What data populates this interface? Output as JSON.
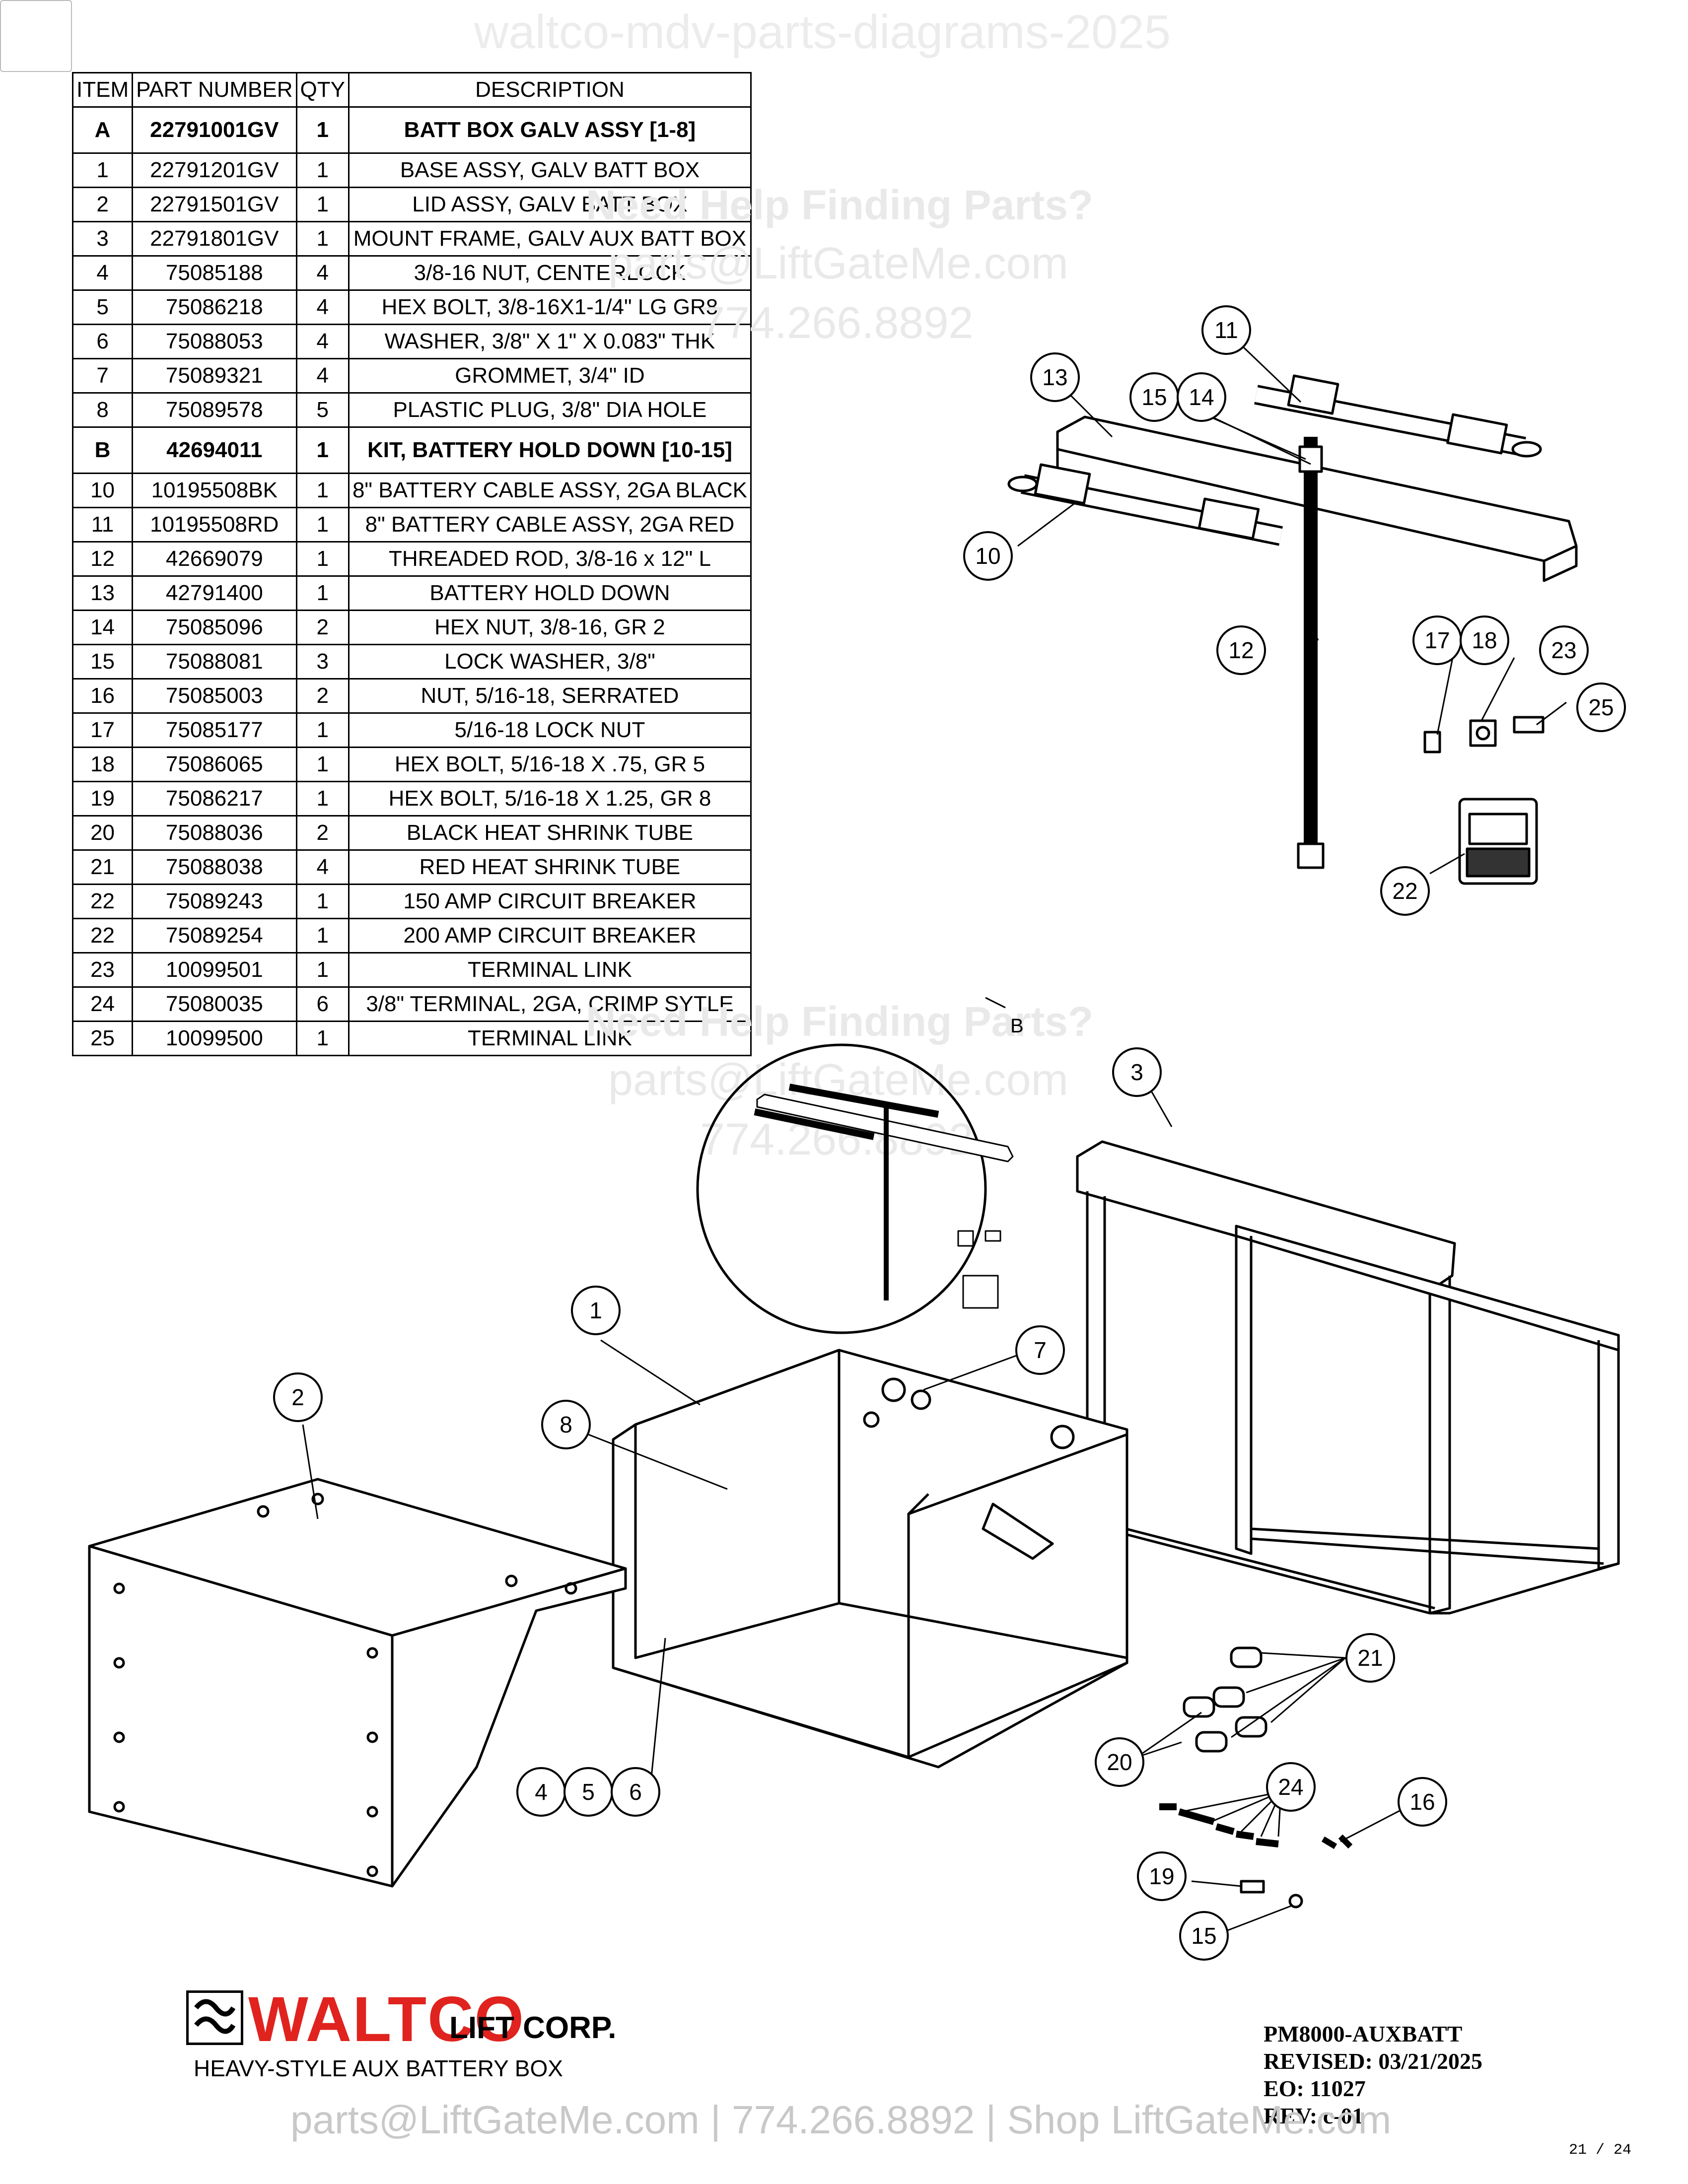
{
  "header": {
    "watermark_title": "waltco-mdv-parts-diagrams-2025"
  },
  "bom": {
    "columns": [
      "ITEM",
      "PART NUMBER",
      "QTY",
      "DESCRIPTION"
    ],
    "rows": [
      {
        "item": "A",
        "part": "22791001GV",
        "qty": "1",
        "desc": "BATT BOX GALV ASSY [1-8]",
        "bold": true
      },
      {
        "item": "1",
        "part": "22791201GV",
        "qty": "1",
        "desc": "BASE ASSY, GALV BATT BOX"
      },
      {
        "item": "2",
        "part": "22791501GV",
        "qty": "1",
        "desc": "LID ASSY, GALV BATT BOX"
      },
      {
        "item": "3",
        "part": "22791801GV",
        "qty": "1",
        "desc": "MOUNT FRAME, GALV AUX BATT BOX"
      },
      {
        "item": "4",
        "part": "75085188",
        "qty": "4",
        "desc": "3/8-16 NUT, CENTERLOCK"
      },
      {
        "item": "5",
        "part": "75086218",
        "qty": "4",
        "desc": "HEX BOLT, 3/8-16X1-1/4\" LG GR8"
      },
      {
        "item": "6",
        "part": "75088053",
        "qty": "4",
        "desc": "WASHER, 3/8\" X 1\" X 0.083\" THK"
      },
      {
        "item": "7",
        "part": "75089321",
        "qty": "4",
        "desc": "GROMMET, 3/4\" ID"
      },
      {
        "item": "8",
        "part": "75089578",
        "qty": "5",
        "desc": "PLASTIC PLUG, 3/8\" DIA HOLE"
      },
      {
        "item": "B",
        "part": "42694011",
        "qty": "1",
        "desc": "KIT, BATTERY HOLD DOWN [10-15]",
        "bold": true
      },
      {
        "item": "10",
        "part": "10195508BK",
        "qty": "1",
        "desc": "8\" BATTERY CABLE ASSY, 2GA BLACK"
      },
      {
        "item": "11",
        "part": "10195508RD",
        "qty": "1",
        "desc": "8\" BATTERY CABLE ASSY, 2GA RED"
      },
      {
        "item": "12",
        "part": "42669079",
        "qty": "1",
        "desc": "THREADED ROD, 3/8-16 x 12\" L"
      },
      {
        "item": "13",
        "part": "42791400",
        "qty": "1",
        "desc": "BATTERY HOLD DOWN"
      },
      {
        "item": "14",
        "part": "75085096",
        "qty": "2",
        "desc": "HEX NUT, 3/8-16, GR 2"
      },
      {
        "item": "15",
        "part": "75088081",
        "qty": "3",
        "desc": "LOCK WASHER, 3/8\""
      },
      {
        "item": "16",
        "part": "75085003",
        "qty": "2",
        "desc": "NUT, 5/16-18, SERRATED"
      },
      {
        "item": "17",
        "part": "75085177",
        "qty": "1",
        "desc": "5/16-18 LOCK NUT"
      },
      {
        "item": "18",
        "part": "75086065",
        "qty": "1",
        "desc": "HEX BOLT, 5/16-18 X .75, GR 5"
      },
      {
        "item": "19",
        "part": "75086217",
        "qty": "1",
        "desc": "HEX BOLT, 5/16-18 X 1.25, GR 8"
      },
      {
        "item": "20",
        "part": "75088036",
        "qty": "2",
        "desc": "BLACK HEAT SHRINK TUBE"
      },
      {
        "item": "21",
        "part": "75088038",
        "qty": "4",
        "desc": "RED HEAT SHRINK TUBE"
      },
      {
        "item": "22",
        "part": "75089243",
        "qty": "1",
        "desc": "150 AMP CIRCUIT BREAKER"
      },
      {
        "item": "22",
        "part": "75089254",
        "qty": "1",
        "desc": "200 AMP CIRCUIT BREAKER"
      },
      {
        "item": "23",
        "part": "10099501",
        "qty": "1",
        "desc": "TERMINAL LINK"
      },
      {
        "item": "24",
        "part": "75080035",
        "qty": "6",
        "desc": "3/8\" TERMINAL, 2GA, CRIMP SYTLE"
      },
      {
        "item": "25",
        "part": "10099500",
        "qty": "1",
        "desc": "TERMINAL LINK"
      }
    ]
  },
  "watermark": {
    "help": "Need Help Finding Parts?",
    "email": "parts@LiftGateMe.com",
    "phone": "774.266.8892"
  },
  "callouts": {
    "b10": "10",
    "b11": "11",
    "b12": "12",
    "b13": "13",
    "b14": "14",
    "b15a": "15",
    "b17": "17",
    "b18": "18",
    "b22": "22",
    "b23": "23",
    "b25": "25",
    "b1": "1",
    "b2": "2",
    "b3": "3",
    "b4": "4",
    "b5": "5",
    "b6": "6",
    "b7": "7",
    "b8": "8",
    "b15b": "15",
    "b16": "16",
    "b19": "19",
    "b20": "20",
    "b21": "21",
    "b24": "24",
    "detail_label": "B"
  },
  "titleblock": {
    "brand": "WALTCO",
    "brand_suffix": "LIFT CORP.",
    "doc_name": "HEAVY-STYLE AUX BATTERY BOX",
    "pm": "PM8000-AUXBATT",
    "revised": "REVISED: 03/21/2025",
    "eo": "EO: 11027",
    "rev": "REV: c-01",
    "brand_color": "#e0231e"
  },
  "footer": {
    "text": "parts@LiftGateMe.com | 774.266.8892 | Shop LiftGateMe.com"
  },
  "page": {
    "number": "21 / 24"
  }
}
